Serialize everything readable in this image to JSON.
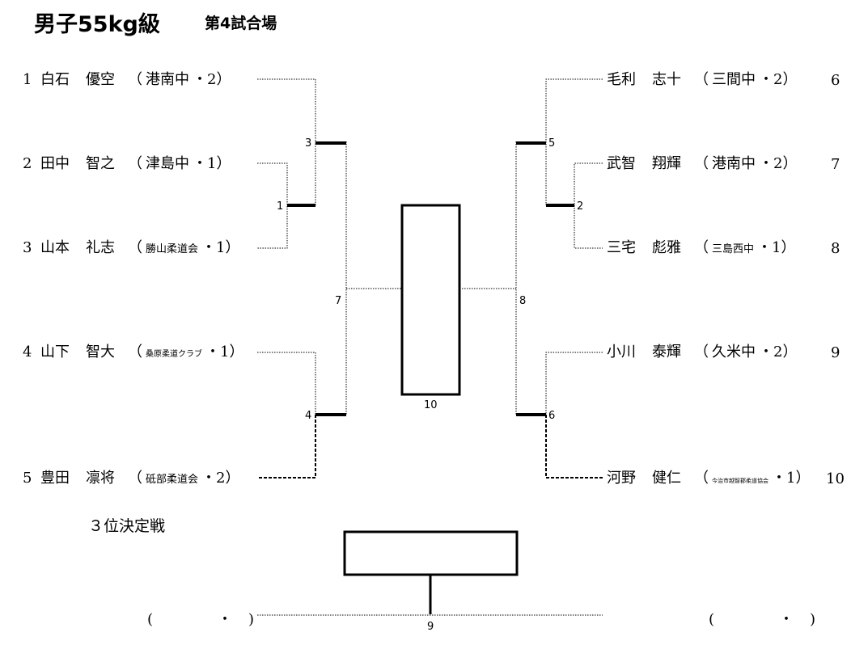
{
  "header": {
    "title": "男子55kg級",
    "venue": "第4試合場"
  },
  "left_entries": [
    {
      "no": "1",
      "family": "白石",
      "given": "優空",
      "club": "港南中",
      "grade": "2"
    },
    {
      "no": "2",
      "family": "田中",
      "given": "智之",
      "club": "津島中",
      "grade": "1"
    },
    {
      "no": "3",
      "family": "山本",
      "given": "礼志",
      "club": "勝山柔道会",
      "grade": "1"
    },
    {
      "no": "4",
      "family": "山下",
      "given": "智大",
      "club": "桑原柔道クラブ",
      "grade": "1"
    },
    {
      "no": "5",
      "family": "豊田",
      "given": "凛将",
      "club": "砥部柔道会",
      "grade": "2"
    }
  ],
  "right_entries": [
    {
      "no": "6",
      "family": "毛利",
      "given": "志十",
      "club": "三間中",
      "grade": "2"
    },
    {
      "no": "7",
      "family": "武智",
      "given": "翔輝",
      "club": "港南中",
      "grade": "2"
    },
    {
      "no": "8",
      "family": "三宅",
      "given": "彪雅",
      "club": "三島西中",
      "grade": "1"
    },
    {
      "no": "9",
      "family": "小川",
      "given": "泰輝",
      "club": "久米中",
      "grade": "2"
    },
    {
      "no": "10",
      "family": "河野",
      "given": "健仁",
      "club": "今治市越智郡柔道協会",
      "grade": "1"
    }
  ],
  "matches": {
    "m1": "1",
    "m2": "2",
    "m3": "3",
    "m4": "4",
    "m5": "5",
    "m6": "6",
    "m7": "7",
    "m8": "8",
    "m9": "9",
    "m10": "10"
  },
  "third_place": {
    "label": "３位決定戦",
    "open": "(",
    "dot": "・",
    "close": ")"
  }
}
